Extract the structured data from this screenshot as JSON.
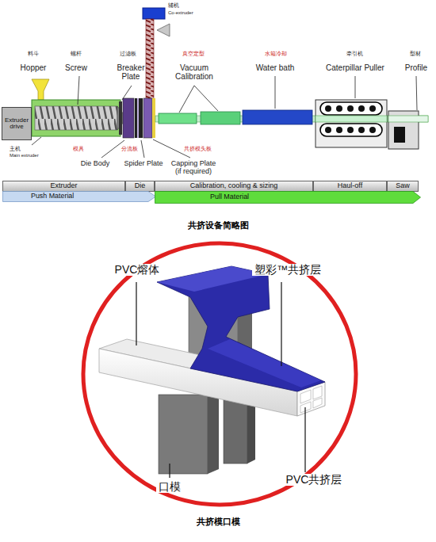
{
  "diagram": {
    "caption": "共挤设备简略图",
    "nodes": [
      {
        "text": [
          "Extruder drive"
        ]
      },
      {
        "text": [
          "Extruder"
        ]
      },
      {
        "text": [
          "Die"
        ]
      },
      {
        "text": [
          "Calibration, cooling & sizing"
        ]
      },
      {
        "text": [
          "Haul-off"
        ]
      },
      {
        "text": [
          "Saw"
        ]
      },
      {
        "text": [
          "Push Material"
        ]
      },
      {
        "text": [
          "Pull Material"
        ]
      }
    ],
    "labels": [
      "料斗",
      "Hopper",
      "螺杆",
      "Screw",
      "过滤板",
      "Breaker Plate",
      "辅机",
      "Co-extruder",
      "真空定型",
      "Vacuum Calibration",
      "水箱冷却",
      "Water bath",
      "牵引机",
      "Caterpillar Puller",
      "型材",
      "Profile",
      "主机",
      "Main extruder",
      "模具",
      "Die Body",
      "分流板",
      "Spider Plate",
      "共挤模头板",
      "Capping Plate (if required)",
      "共挤模口模",
      "PVC熔体",
      "塑彩™共挤层",
      "口模",
      "PVC共挤层"
    ]
  }
}
